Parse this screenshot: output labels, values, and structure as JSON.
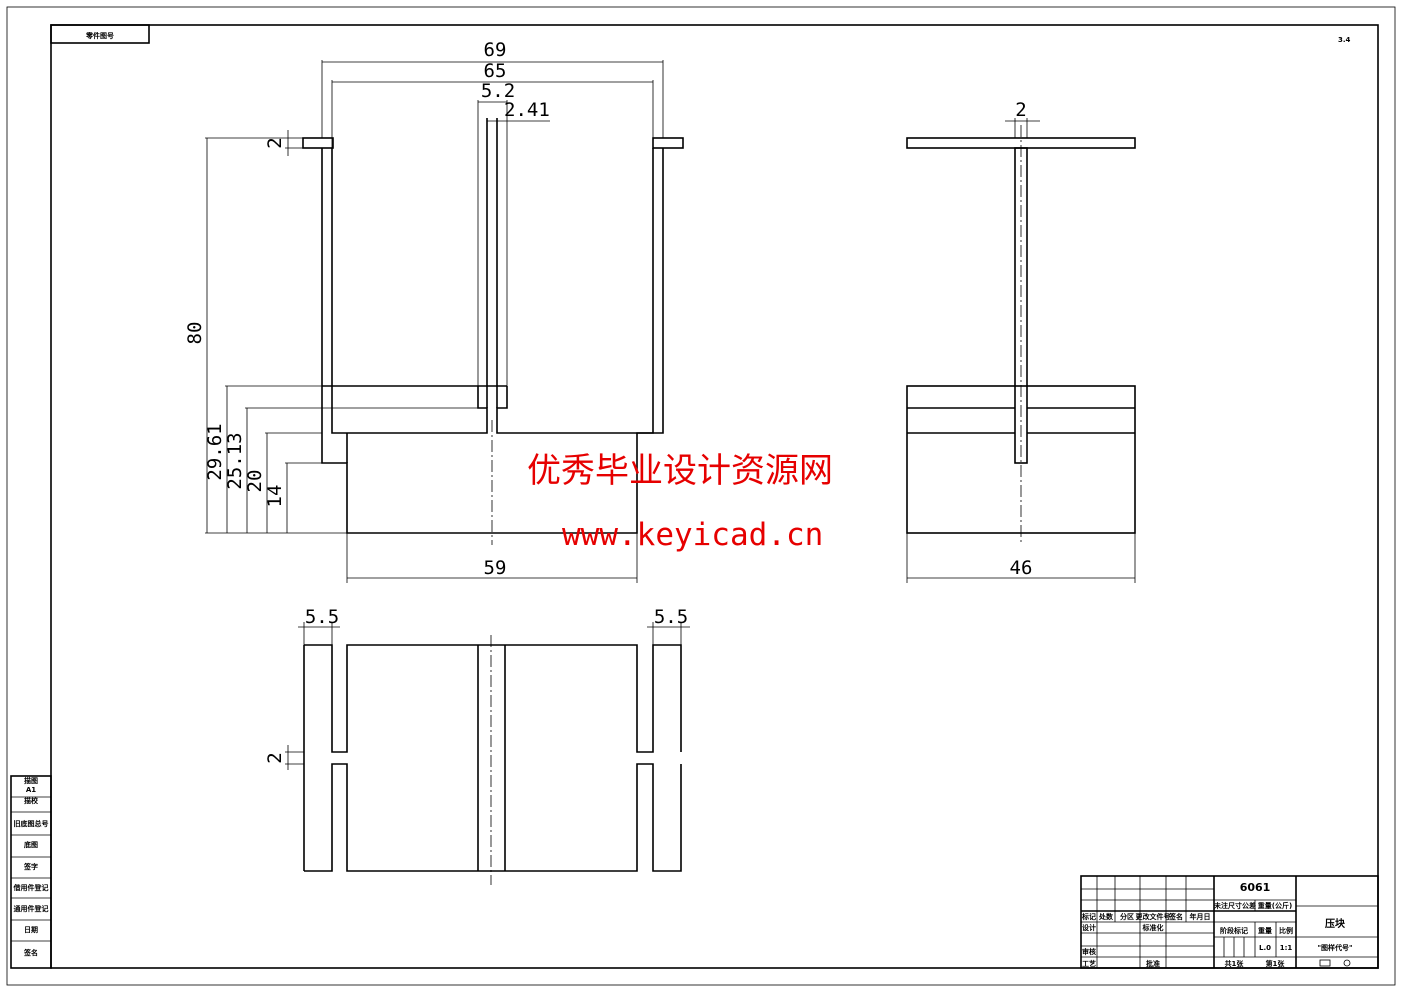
{
  "drawing_label": "零件图号",
  "corner_mark": "3.4",
  "dimensions": {
    "front_width_69": "69",
    "front_width_65": "65",
    "slot_5_2": "5.2",
    "slot_2_41": "2.41",
    "flange_2": "2",
    "height_80": "80",
    "h_29_61": "29.61",
    "h_25_13": "25.13",
    "h_20": "20",
    "h_14": "14",
    "base_59": "59",
    "side_2": "2",
    "side_46": "46",
    "plan_5_5_left": "5.5",
    "plan_5_5_right": "5.5",
    "plan_2": "2"
  },
  "watermark": {
    "title": "优秀毕业设计资源网",
    "url": "www.keyicad.cn"
  },
  "title_block": {
    "material": "6061",
    "part_name": "压块",
    "drawing_code": "\"图样代号\"",
    "unmarked_tolerance": "未注尺寸公差",
    "weight_label": "重量(公斤)",
    "headers": [
      "标记",
      "处数",
      "分区",
      "更改文件号",
      "签名",
      "年月日"
    ],
    "design": "设计",
    "standard": "标准化",
    "review": "审核",
    "process": "工艺",
    "approve": "批准",
    "stage_mark": "阶段标记",
    "weight": "重量",
    "scale": "比例",
    "scale_value": "1:1",
    "weight_value": "L.0",
    "sheets_total": "共1张",
    "sheet_no": "第1张"
  },
  "side_strip": [
    "描图",
    "A1",
    "描校",
    "旧底图总号",
    "底图",
    "签字",
    "借用件登记",
    "通用件登记",
    "日期",
    "签名"
  ]
}
